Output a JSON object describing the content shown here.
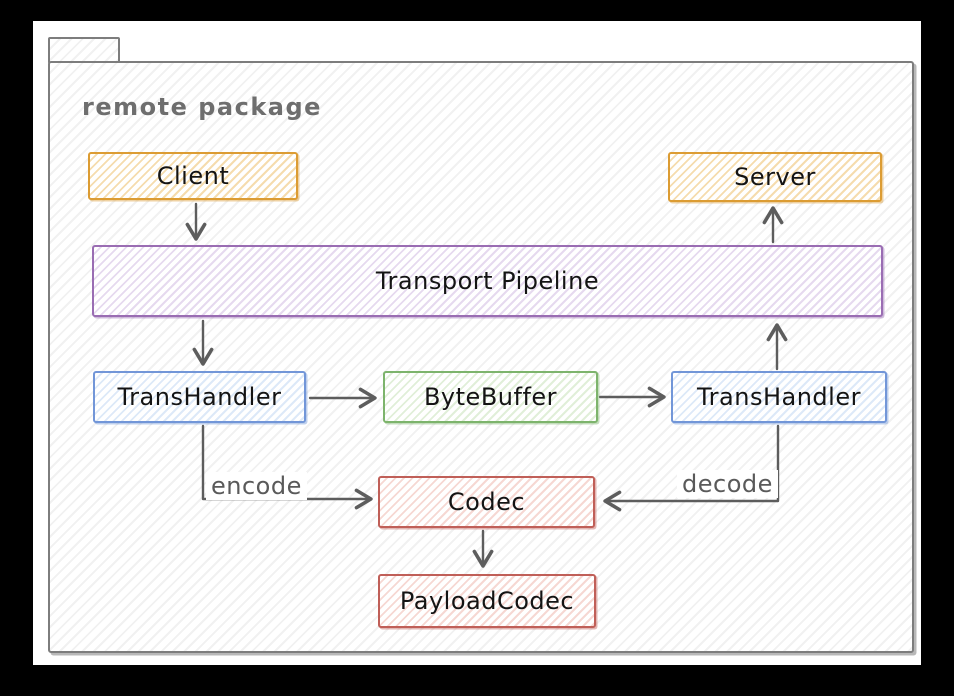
{
  "package": {
    "label": "remote package"
  },
  "nodes": {
    "client": {
      "label": "Client",
      "color": "#dc9c33"
    },
    "server": {
      "label": "Server",
      "color": "#dc9c33"
    },
    "pipeline": {
      "label": "Transport Pipeline",
      "color": "#9a6db3"
    },
    "trans_handler_left": {
      "label": "TransHandler",
      "color": "#7296d8"
    },
    "byte_buffer": {
      "label": "ByteBuffer",
      "color": "#7db46c"
    },
    "trans_handler_right": {
      "label": "TransHandler",
      "color": "#7296d8"
    },
    "codec": {
      "label": "Codec",
      "color": "#c05f58"
    },
    "payload_codec": {
      "label": "PayloadCodec",
      "color": "#c05f58"
    }
  },
  "edges": {
    "client_to_pipeline": {
      "from": "Client",
      "to": "Transport Pipeline",
      "label": ""
    },
    "pipeline_to_left_handler": {
      "from": "Transport Pipeline",
      "to": "TransHandler (left)",
      "label": ""
    },
    "left_handler_to_bytebuffer": {
      "from": "TransHandler (left)",
      "to": "ByteBuffer",
      "label": ""
    },
    "bytebuffer_to_right_handler": {
      "from": "ByteBuffer",
      "to": "TransHandler (right)",
      "label": ""
    },
    "right_handler_to_pipeline": {
      "from": "TransHandler (right)",
      "to": "Transport Pipeline",
      "label": ""
    },
    "pipeline_to_server": {
      "from": "Transport Pipeline",
      "to": "Server",
      "label": ""
    },
    "left_handler_to_codec": {
      "from": "TransHandler (left)",
      "to": "Codec",
      "label": "encode"
    },
    "right_handler_to_codec": {
      "from": "TransHandler (right)",
      "to": "Codec",
      "label": "decode"
    },
    "codec_to_payload_codec": {
      "from": "Codec",
      "to": "PayloadCodec",
      "label": ""
    }
  },
  "colors": {
    "frame": "#000000",
    "paper": "#ffffff",
    "package_border": "#7d7d7d",
    "package_label": "#6e6e6e",
    "arrow": "#5d5d5d",
    "node_text": "#141414"
  }
}
